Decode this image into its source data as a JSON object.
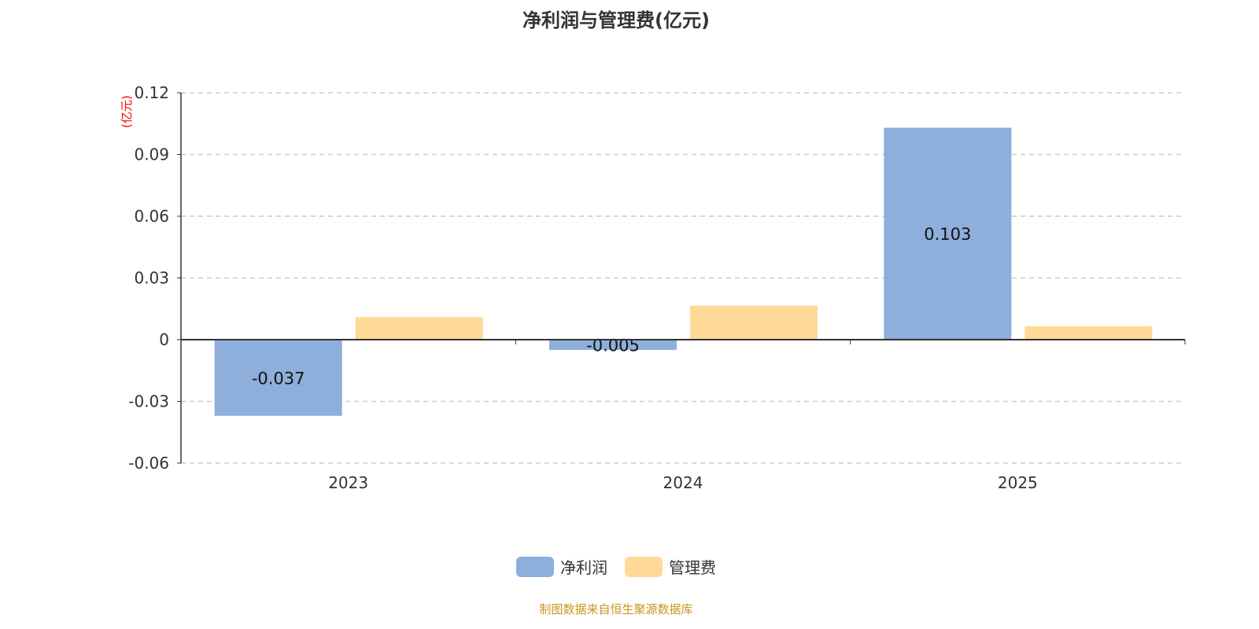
{
  "chart_data": {
    "type": "bar",
    "title": "净利润与管理费(亿元)",
    "ylabel": "(亿元)",
    "xlabel": "",
    "categories": [
      "2023",
      "2024",
      "2025"
    ],
    "series": [
      {
        "name": "净利润",
        "color": "#8eaedb",
        "values": [
          -0.037,
          -0.005,
          0.103
        ],
        "show_labels": true
      },
      {
        "name": "管理费",
        "color": "#ffd998",
        "values": [
          0.011,
          0.0165,
          0.0065
        ],
        "show_labels": false
      }
    ],
    "ylim": [
      -0.06,
      0.12
    ],
    "yticks": [
      -0.06,
      -0.03,
      0,
      0.03,
      0.06,
      0.09,
      0.12
    ],
    "ytick_labels": [
      "-0.06",
      "-0.03",
      "0",
      "0.03",
      "0.06",
      "0.09",
      "0.12"
    ],
    "grid": true,
    "legend_position": "bottom"
  },
  "source": "制图数据来自恒生聚源数据库"
}
